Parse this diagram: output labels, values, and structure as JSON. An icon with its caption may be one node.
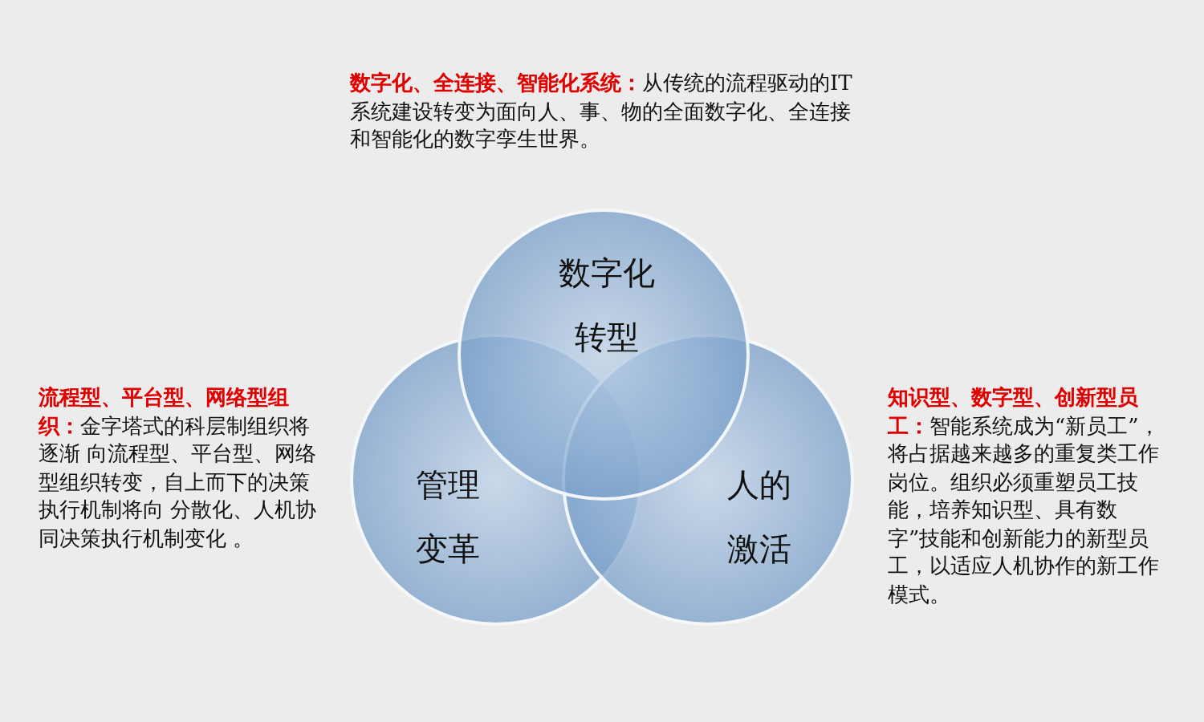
{
  "diagram": {
    "nodes": [
      {
        "text": [
          "数字化转型"
        ]
      },
      {
        "text": [
          "管理变革"
        ]
      },
      {
        "text": [
          "人的激活"
        ]
      }
    ],
    "edges": [],
    "labels": [
      "**数字化、全连接、智能化系统：**从传统的流程驱动的IT系统建设转变为面向人、事、物的全面数字化、全连接和智能化的数字孪生世界。",
      "**流程型、平台型、网络型组织：**金字塔式的科层制组织将逐渐 向流程型、平台型、网络型组织转变，自上而下的决策执行机制将向 分散化、人机协同决策执行机制变化 。",
      "**知识型、数字型、创新型员工：**智能系统成为“新员工”，将占据越来越多的重复类工作岗位。组织必须重塑员工技能，培养知识型、具有数字”技能和创新能力的新型员工，以适应人机协作的新工作模式。"
    ]
  }
}
